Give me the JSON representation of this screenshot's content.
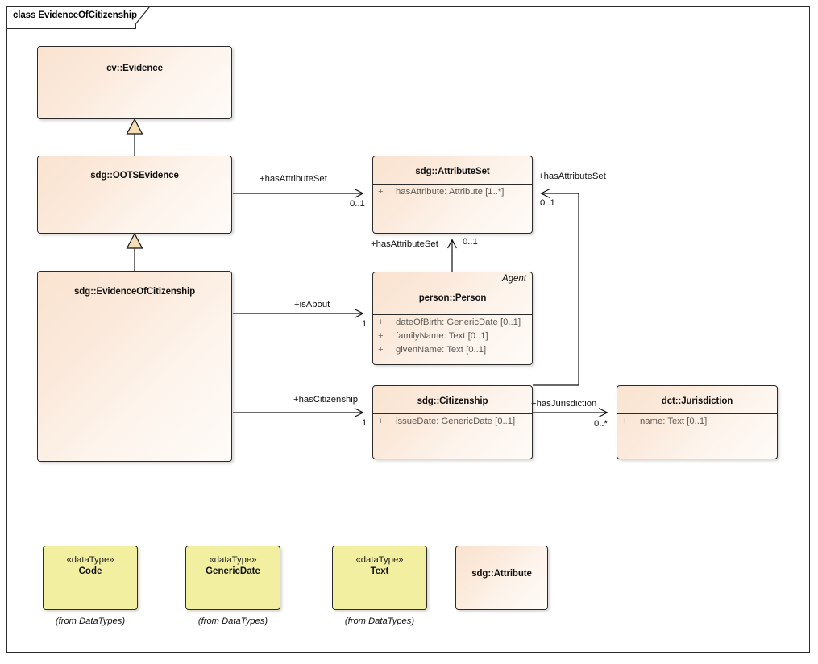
{
  "diagram": {
    "frame_label": "class EvidenceOfCitizenship",
    "colors": {
      "class_fill_start": "#fae3d0",
      "class_fill_end": "#fefbf8",
      "datatype_fill": "#f2efa0",
      "border": "#2b2b2b",
      "attribute_text": "#5c5955",
      "generalization_arrow_fill": "#f5ddb4"
    }
  },
  "classes": {
    "evidence": {
      "name": "cv::Evidence",
      "stereotype": "",
      "attributes": []
    },
    "ootsevidence": {
      "name": "sdg::OOTSEvidence",
      "stereotype": "",
      "attributes": []
    },
    "evidenceofcitizenship": {
      "name": "sdg::EvidenceOfCitizenship",
      "stereotype": "",
      "attributes": []
    },
    "attributeset": {
      "name": "sdg::AttributeSet",
      "stereotype": "",
      "attributes": [
        {
          "visibility": "+",
          "text": "hasAttribute: Attribute [1..*]"
        }
      ]
    },
    "person": {
      "name": "person::Person",
      "stereotype": "Agent",
      "attributes": [
        {
          "visibility": "+",
          "text": "dateOfBirth: GenericDate [0..1]"
        },
        {
          "visibility": "+",
          "text": "familyName: Text [0..1]"
        },
        {
          "visibility": "+",
          "text": "givenName: Text [0..1]"
        }
      ]
    },
    "citizenship": {
      "name": "sdg::Citizenship",
      "stereotype": "",
      "attributes": [
        {
          "visibility": "+",
          "text": "issueDate: GenericDate [0..1]"
        }
      ]
    },
    "jurisdiction": {
      "name": "dct::Jurisdiction",
      "stereotype": "",
      "attributes": [
        {
          "visibility": "+",
          "text": "name: Text [0..1]"
        }
      ]
    },
    "attribute": {
      "name": "sdg::Attribute",
      "stereotype": "",
      "attributes": []
    }
  },
  "datatypes": [
    {
      "stereotype": "«dataType»",
      "name": "Code",
      "from": "(from DataTypes)"
    },
    {
      "stereotype": "«dataType»",
      "name": "GenericDate",
      "from": "(from DataTypes)"
    },
    {
      "stereotype": "«dataType»",
      "name": "Text",
      "from": "(from DataTypes)"
    }
  ],
  "relationships": [
    {
      "id": "gen1",
      "type": "generalization",
      "from": "sdg::OOTSEvidence",
      "to": "cv::Evidence",
      "label": "",
      "source_mult": "",
      "target_mult": ""
    },
    {
      "id": "gen2",
      "type": "generalization",
      "from": "sdg::EvidenceOfCitizenship",
      "to": "sdg::OOTSEvidence",
      "label": "",
      "source_mult": "",
      "target_mult": ""
    },
    {
      "id": "assoc1",
      "type": "association",
      "from": "sdg::OOTSEvidence",
      "to": "sdg::AttributeSet",
      "label": "+hasAttributeSet",
      "target_mult": "0..1"
    },
    {
      "id": "assoc2",
      "type": "association",
      "from": "person::Person",
      "to": "sdg::AttributeSet",
      "label": "+hasAttributeSet",
      "target_mult": "0..1"
    },
    {
      "id": "assoc3",
      "type": "association",
      "from": "sdg::Citizenship",
      "to": "sdg::AttributeSet",
      "label": "+hasAttributeSet",
      "target_mult": "0..1"
    },
    {
      "id": "assoc4",
      "type": "association",
      "from": "sdg::EvidenceOfCitizenship",
      "to": "person::Person",
      "label": "+isAbout",
      "target_mult": "1"
    },
    {
      "id": "assoc5",
      "type": "association",
      "from": "sdg::EvidenceOfCitizenship",
      "to": "sdg::Citizenship",
      "label": "+hasCitizenship",
      "target_mult": "1"
    },
    {
      "id": "assoc6",
      "type": "association",
      "from": "sdg::Citizenship",
      "to": "dct::Jurisdiction",
      "label": "+hasJurisdiction",
      "target_mult": "0..*"
    }
  ],
  "edge_labels": {
    "hasAttributeSet_oots": "+hasAttributeSet",
    "hasAttributeSet_oots_mult": "0..1",
    "hasAttributeSet_right": "+hasAttributeSet",
    "hasAttributeSet_right_mult": "0..1",
    "hasAttributeSet_person": "+hasAttributeSet",
    "hasAttributeSet_person_mult": "0..1",
    "isAbout": "+isAbout",
    "isAbout_mult": "1",
    "hasCitizenship": "+hasCitizenship",
    "hasCitizenship_mult": "1",
    "hasJurisdiction": "+hasJurisdiction",
    "hasJurisdiction_mult": "0..*"
  }
}
